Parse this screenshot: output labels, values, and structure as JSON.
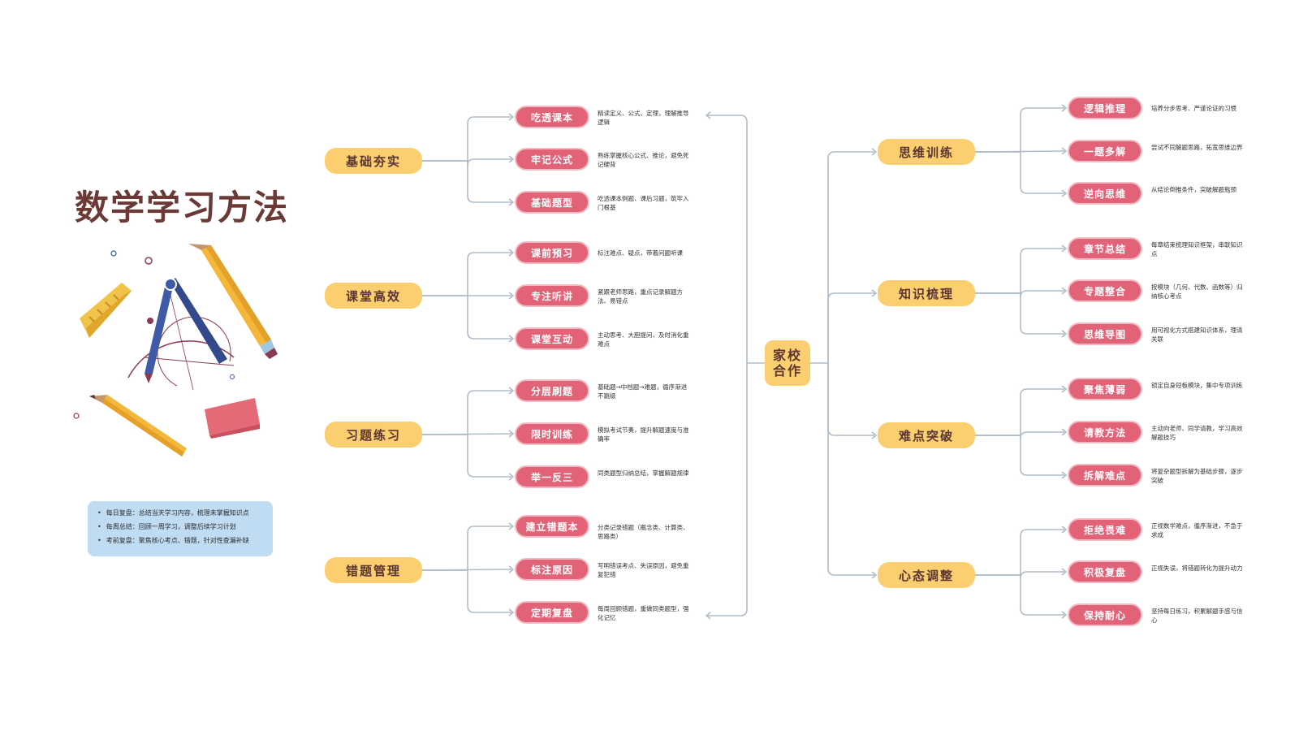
{
  "title": "数学学习方法",
  "notes": [
    "每日复盘：总结当天学习内容，梳理未掌握知识点",
    "每周总结：回顾一周学习，调整后续学习计划",
    "考前复盘：聚焦核心考点、错题，针对性查漏补缺"
  ],
  "center": {
    "line1": "家校",
    "line2": "合作"
  },
  "left_branches": [
    {
      "label": "基础夯实",
      "items": [
        {
          "label": "吃透课本",
          "desc": "精读定义、公式、定理，理解推导逻辑"
        },
        {
          "label": "牢记公式",
          "desc": "熟练掌握核心公式、推论，避免死记硬背"
        },
        {
          "label": "基础题型",
          "desc": "吃透课本例题、课后习题，筑牢入门根基"
        }
      ]
    },
    {
      "label": "课堂高效",
      "items": [
        {
          "label": "课前预习",
          "desc": "标注难点、疑点，带着问题听课"
        },
        {
          "label": "专注听讲",
          "desc": "紧跟老师思路，重点记录解题方法、易错点"
        },
        {
          "label": "课堂互动",
          "desc": "主动思考、大胆提问，及时消化重难点"
        }
      ]
    },
    {
      "label": "习题练习",
      "items": [
        {
          "label": "分层刷题",
          "desc": "基础题→中档题→难题，循序渐进不跳级"
        },
        {
          "label": "限时训练",
          "desc": "模拟考试节奏，提升解题速度与准确率"
        },
        {
          "label": "举一反三",
          "desc": "同类题型归纳总结，掌握解题规律"
        }
      ]
    },
    {
      "label": "错题管理",
      "items": [
        {
          "label": "建立错题本",
          "desc": "分类记录错题（概念类、计算类、思路类）"
        },
        {
          "label": "标注原因",
          "desc": "写明错误考点、失误原因，避免重复犯错"
        },
        {
          "label": "定期复盘",
          "desc": "每周回顾错题，重做同类题型，强化记忆"
        }
      ]
    }
  ],
  "right_branches": [
    {
      "label": "思维训练",
      "items": [
        {
          "label": "逻辑推理",
          "desc": "培养分步思考、严谨论证的习惯"
        },
        {
          "label": "一题多解",
          "desc": "尝试不同解题思路，拓宽思维边界"
        },
        {
          "label": "逆向思维",
          "desc": "从结论倒推条件，突破解题瓶颈"
        }
      ]
    },
    {
      "label": "知识梳理",
      "items": [
        {
          "label": "章节总结",
          "desc": "每章结束梳理知识框架，串联知识点"
        },
        {
          "label": "专题整合",
          "desc": "按模块（几何、代数、函数等）归纳核心考点"
        },
        {
          "label": "思维导图",
          "desc": "用可视化方式搭建知识体系，理清关联"
        }
      ]
    },
    {
      "label": "难点突破",
      "items": [
        {
          "label": "聚焦薄弱",
          "desc": "锁定自身短板模块，集中专项训练"
        },
        {
          "label": "请教方法",
          "desc": "主动向老师、同学请教，学习高效解题技巧"
        },
        {
          "label": "拆解难点",
          "desc": "将复杂题型拆解为基础步骤，逐步突破"
        }
      ]
    },
    {
      "label": "心态调整",
      "items": [
        {
          "label": "拒绝畏难",
          "desc": "正视数学难点，循序渐进，不急于求成"
        },
        {
          "label": "积极复盘",
          "desc": "正视失误，将错题转化为提升动力"
        },
        {
          "label": "保持耐心",
          "desc": "坚持每日练习，积累解题手感与信心"
        }
      ]
    }
  ],
  "colors": {
    "category_fill": "#fbcf6f",
    "category_text": "#5a3533",
    "sub_fill": "#e26378",
    "sub_text": "#ffffff",
    "connector": "#b0bcc8",
    "notes_fill": "#bfdcf2",
    "title": "#6b3a36"
  },
  "decoration_icons": [
    "ruler-icon",
    "compass-icon",
    "pencil-icon",
    "eraser-icon"
  ]
}
